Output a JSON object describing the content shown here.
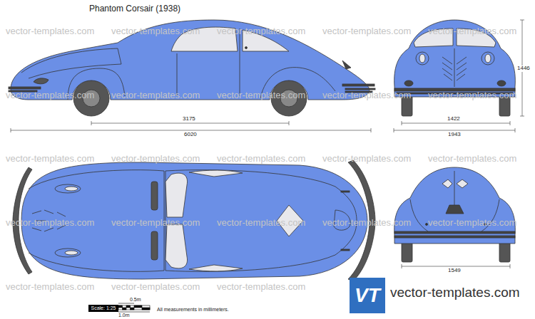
{
  "diagram": {
    "title": "Phantom Corsair (1938)",
    "nodes": [
      {
        "text": [
          "Scale: 1:25"
        ]
      },
      {
        "text": [
          "VT"
        ]
      }
    ],
    "labels": [
      "vector-templates.com",
      "vector-templates.com",
      "vector-templates.com",
      "vector-templates.com",
      "vector-templates.com",
      "vector-templates.com",
      "vector-templates.com",
      "vector-templates.com",
      "vector-templates.com",
      "vector-templates.com",
      "vector-templates.com",
      "vector-templates.com",
      "vector-templates.com",
      "vector-templates.com",
      "vector-templates.com",
      "vector-templates.com",
      "vector-templates.com",
      "vector-templates.com",
      "vector-templates.com",
      "vector-templates.com",
      "vector-templates.com",
      "vector-templates.com",
      "vector-templates.com",
      "3175",
      "6020",
      "1422",
      "1943",
      "1446",
      "1549",
      "0.5m",
      "1.0m",
      "All measurements in millimeters.",
      "vector-templates.com"
    ]
  }
}
